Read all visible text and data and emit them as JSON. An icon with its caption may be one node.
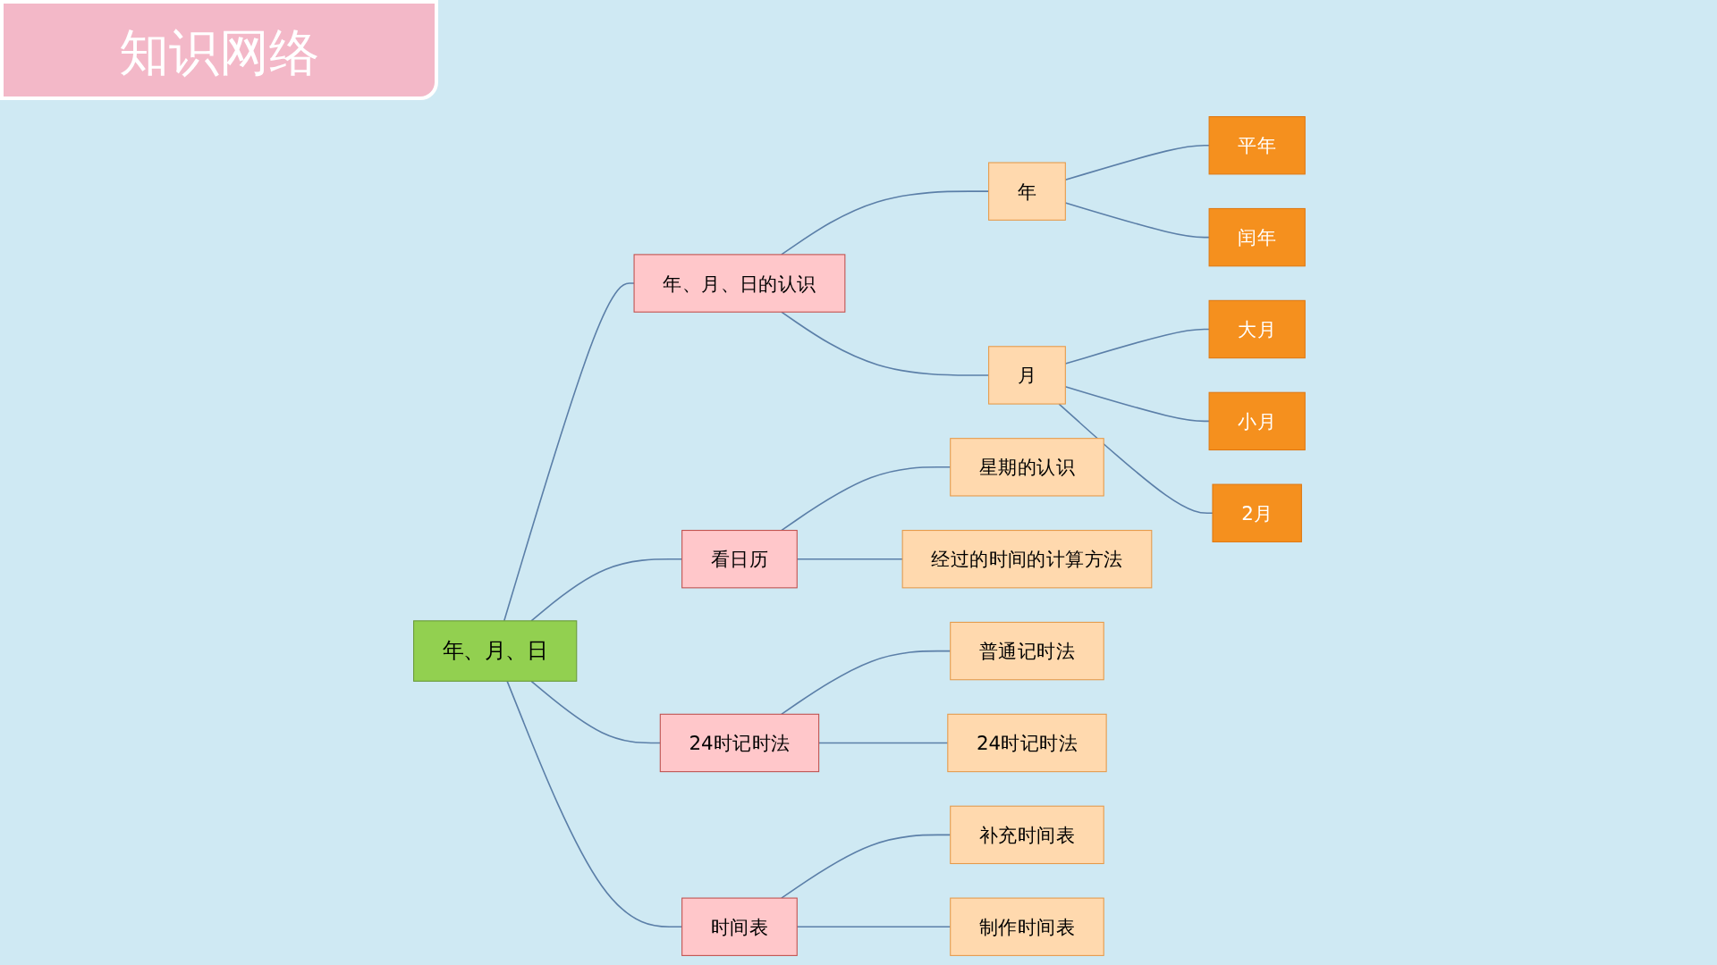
{
  "diagram": {
    "title": "知识网络",
    "nodes": [
      {
        "text": [
          "年、月、日"
        ]
      },
      {
        "text": [
          "年、月、日的认识"
        ]
      },
      {
        "text": [
          "年"
        ]
      },
      {
        "text": [
          "平年"
        ]
      },
      {
        "text": [
          "闰年"
        ]
      },
      {
        "text": [
          "月"
        ]
      },
      {
        "text": [
          "大月"
        ]
      },
      {
        "text": [
          "小月"
        ]
      },
      {
        "text": [
          "2月"
        ]
      },
      {
        "text": [
          "看日历"
        ]
      },
      {
        "text": [
          "星期的认识"
        ]
      },
      {
        "text": [
          "经过的时间的计算方法"
        ]
      },
      {
        "text": [
          "24时记时法"
        ]
      },
      {
        "text": [
          "普通记时法"
        ]
      },
      {
        "text": [
          "24时记时法"
        ]
      },
      {
        "text": [
          "时间表"
        ]
      },
      {
        "text": [
          "补充时间表"
        ]
      },
      {
        "text": [
          "制作时间表"
        ]
      }
    ],
    "edges": [
      {
        "from": 0,
        "to": 1,
        "arrow": "none"
      },
      {
        "from": 0,
        "to": 9,
        "arrow": "none"
      },
      {
        "from": 0,
        "to": 12,
        "arrow": "none"
      },
      {
        "from": 0,
        "to": 15,
        "arrow": "none"
      },
      {
        "from": 1,
        "to": 2,
        "arrow": "none"
      },
      {
        "from": 1,
        "to": 5,
        "arrow": "none"
      },
      {
        "from": 2,
        "to": 3,
        "arrow": "none"
      },
      {
        "from": 2,
        "to": 4,
        "arrow": "none"
      },
      {
        "from": 5,
        "to": 6,
        "arrow": "none"
      },
      {
        "from": 5,
        "to": 7,
        "arrow": "none"
      },
      {
        "from": 5,
        "to": 8,
        "arrow": "none"
      },
      {
        "from": 9,
        "to": 10,
        "arrow": "none"
      },
      {
        "from": 9,
        "to": 11,
        "arrow": "none"
      },
      {
        "from": 12,
        "to": 13,
        "arrow": "none"
      },
      {
        "from": 12,
        "to": 14,
        "arrow": "none"
      },
      {
        "from": 15,
        "to": 16,
        "arrow": "none"
      },
      {
        "from": 15,
        "to": 17,
        "arrow": "none"
      }
    ]
  }
}
